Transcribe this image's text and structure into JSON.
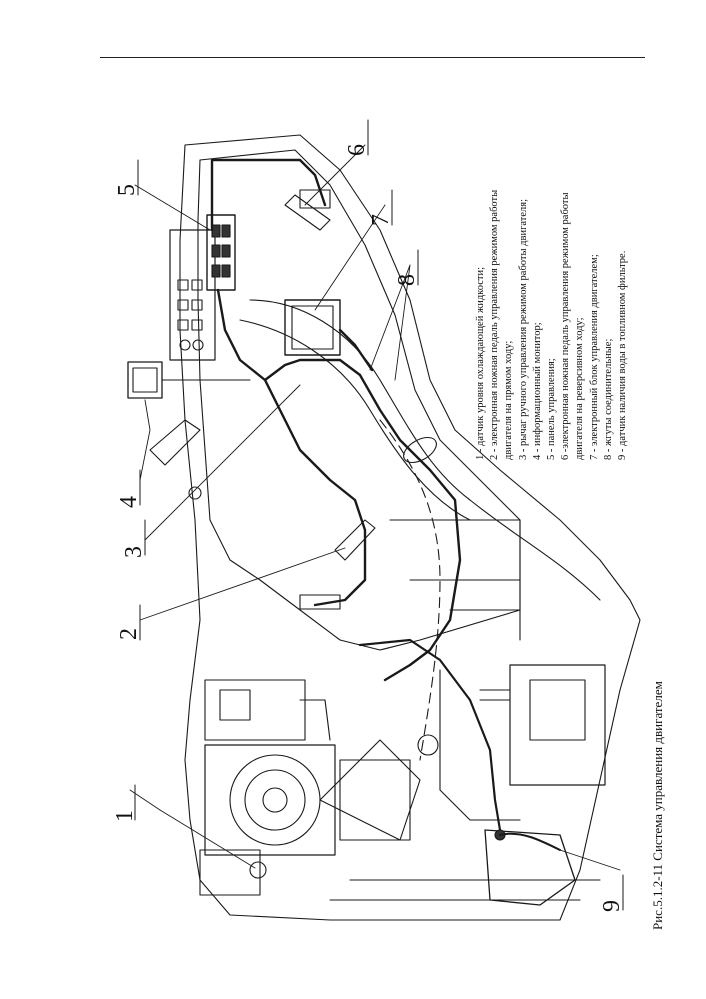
{
  "figure": {
    "caption": "Рис.5.1.2-11 Система управления двигателем",
    "legend": [
      "1 - датчик уровня охлаждающей жидкости;",
      "2 - электронная ножная педаль управления режимом работы",
      "двигателя на прямом ходу;",
      "3 - рычаг ручного управления режимом работы двигателя;",
      "4 - информационный монитор;",
      "5 - панель управления;",
      "6 -электронная ножная педаль управления режимом работы",
      "двигателя на реверсивном ходу;",
      "7 - электронный блок управления двигателем;",
      "8 - жгуты соединительные;",
      "9 - датчик наличия воды в топливном фильтре."
    ],
    "callouts": [
      "1",
      "2",
      "3",
      "4",
      "5",
      "6",
      "7",
      "8",
      "9"
    ]
  }
}
